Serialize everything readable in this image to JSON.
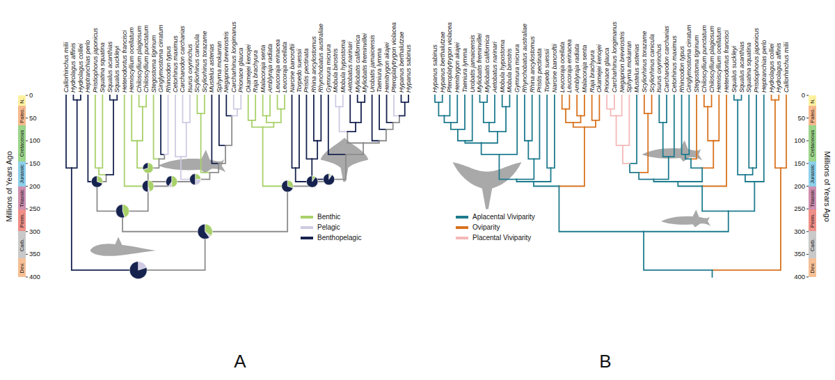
{
  "diagram": {
    "nodes": [
      {
        "text": [
          "N."
        ]
      },
      {
        "text": [
          "Paleo."
        ]
      },
      {
        "text": [
          "Cretaceous"
        ]
      },
      {
        "text": [
          "Jurassic"
        ]
      },
      {
        "text": [
          "Triassic"
        ]
      },
      {
        "text": [
          "Perm."
        ]
      },
      {
        "text": [
          "Carb."
        ]
      },
      {
        "text": [
          "Dev."
        ]
      },
      {
        "text": [
          "N."
        ]
      },
      {
        "text": [
          "Paleo."
        ]
      },
      {
        "text": [
          "Cretaceous"
        ]
      },
      {
        "text": [
          "Jurassic"
        ]
      },
      {
        "text": [
          "Triassic"
        ]
      },
      {
        "text": [
          "Perm."
        ]
      },
      {
        "text": [
          "Carb."
        ]
      },
      {
        "text": [
          "Dev."
        ]
      }
    ],
    "labels": [
      "Callorhinchus milii",
      "Hydrolagus affinis",
      "Hydrolagus colliei",
      "Heptranchias perlo",
      "Pristiophorus japonicus",
      "Squatina squatina",
      "Squalus acanthias",
      "Squalus suckleyi",
      "Heterodontus francisci",
      "Hemiscyllium ocellatum",
      "Chiloscyllium plagiosum",
      "Chiloscyllium punctatum",
      "Stegostoma tigrinum",
      "Ginglymostoma cirratum",
      "Rhincodon typus",
      "Cetorhinus maximus",
      "Carcharodon carcharias",
      "Isurus oxyrinchus",
      "Scyliorhinus canicula",
      "Scyliorhinus torazame",
      "Mustelus asterias",
      "Sphyrna mokarran",
      "Negaprion brevirostris",
      "Carcharhinus longimanus",
      "Prionace glauca",
      "Okamejei kenojei",
      "Raja brachyura",
      "Malacoraja senta",
      "Amblyraja radiata",
      "Leucoraja erinacea",
      "Leucoraja ocellata",
      "Narcine bancroftii",
      "Torpedo suessii",
      "Pristis pectinata",
      "Rhina ancylostomus",
      "Rhynchobatus australiae",
      "Gymnura micrura",
      "Mobula birostris",
      "Mobula hypostoma",
      "Aetobatus narinari",
      "Myliobatis californica",
      "Myliobatis freminvillei",
      "Urobatis jamaicensis",
      "Taeniura lymma",
      "Hemitrygon akajei",
      "Pteroplatytrygon violacea",
      "Hypanus berthalutzae",
      "Hypanus sabinus",
      "Millions of Years Ago",
      "0",
      "50",
      "100",
      "150",
      "200",
      "250",
      "300",
      "350",
      "400",
      "Hypanus sabinus",
      "Hypanus berthalutzae",
      "Pteroplatytrygon violacea",
      "Hemitrygon akajei",
      "Taeniura lymma",
      "Urobatis jamaicensis",
      "Myliobatis freminvillei",
      "Myliobatis californica",
      "Aetobatus narinari",
      "Mobula hypostoma",
      "Mobula birostris",
      "Gymnura micrura",
      "Rhynchobatus australiae",
      "Rhina ancylostomus",
      "Pristis pectinata",
      "Torpedo suessii",
      "Narcine bancroftii",
      "Leucoraja ocellata",
      "Leucoraja erinacea",
      "Amblyraja radiata",
      "Malacoraja senta",
      "Raja brachyura",
      "Okamejei kenojei",
      "Prionace glauca",
      "Carcharhinus longimanus",
      "Negaprion brevirostris",
      "Sphyrna mokarran",
      "Mustelus asterias",
      "Scyliorhinus torazame",
      "Scyliorhinus canicula",
      "Isurus oxyrinchus",
      "Carcharodon carcharias",
      "Cetorhinus maximus",
      "Rhincodon typus",
      "Ginglymostoma cirratum",
      "Stegostoma tigrinum",
      "Chiloscyllium punctatum",
      "Chiloscyllium plagiosum",
      "Hemiscyllium ocellatum",
      "Heterodontus francisci",
      "Squalus suckleyi",
      "Squalus acanthias",
      "Squatina squatina",
      "Pristiophorus japonicus",
      "Heptranchias perlo",
      "Hydrolagus colliei",
      "Hydrolagus affinis",
      "Callorhinchus milii",
      "Millions of Years Ago",
      "0",
      "50",
      "100",
      "150",
      "200",
      "250",
      "300",
      "350",
      "400",
      "A",
      "B"
    ],
    "legend": [
      {
        "text": "Benthic",
        "color": "#a8d16a"
      },
      {
        "text": "Pelagic",
        "color": "#cfcae3"
      },
      {
        "text": "Benthopelagic",
        "color": "#17234f"
      },
      {
        "text": "Aplacental Viviparity",
        "color": "#1e7b8e"
      },
      {
        "text": "Oviparity",
        "color": "#d8731f"
      },
      {
        "text": "Placental Viviparity",
        "color": "#f5b8b8"
      }
    ]
  }
}
